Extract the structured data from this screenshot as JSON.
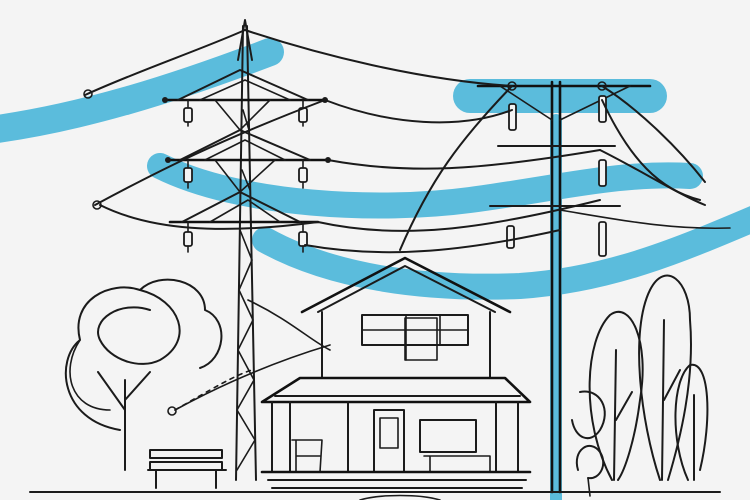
{
  "illustration": {
    "style": "single-line drawing",
    "colors": {
      "background": "#f4f4f4",
      "ink": "#1b1b1b",
      "accent": "#5bbcdc"
    },
    "subjects": [
      "lattice-transmission-tower",
      "utility-pole",
      "house",
      "trees",
      "bench",
      "power-lines"
    ]
  }
}
